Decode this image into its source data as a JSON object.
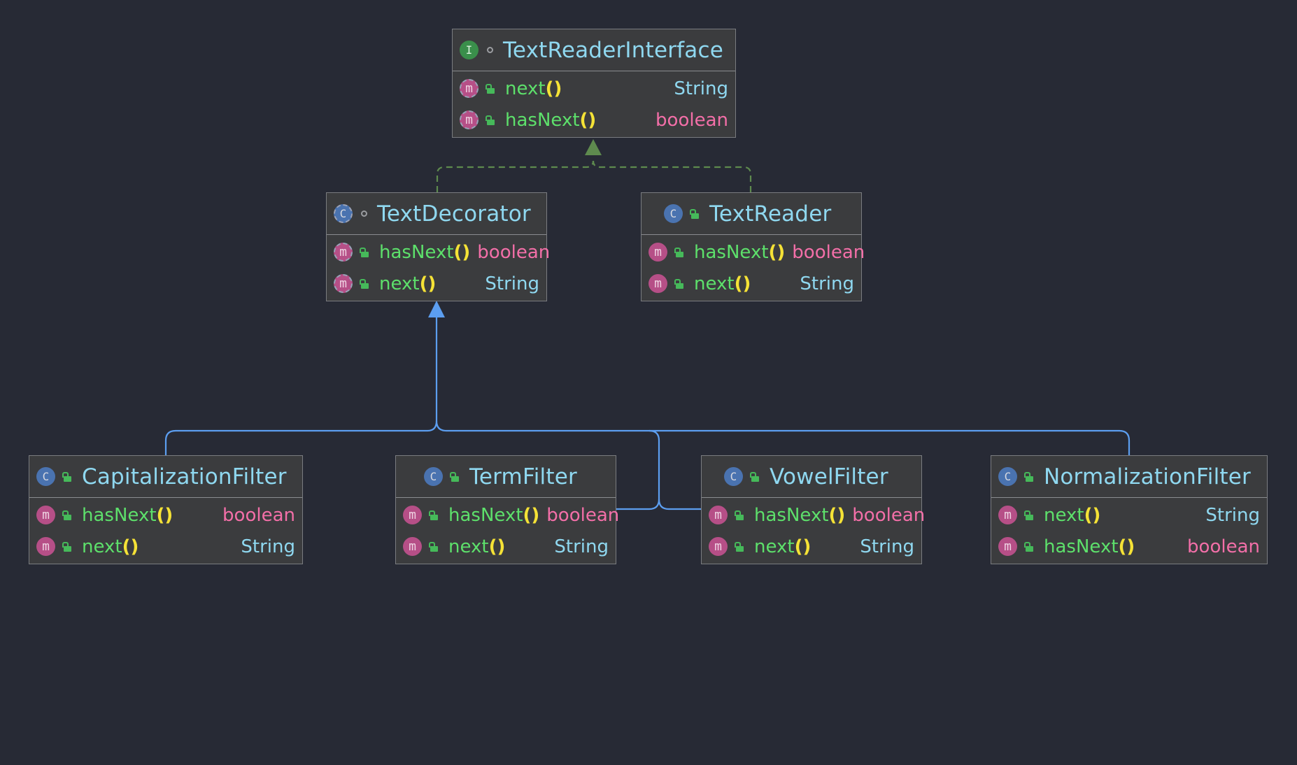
{
  "colors": {
    "background": "#272a35",
    "node_fill": "#3b3c3e",
    "title_text": "#8fd8f0",
    "method_name": "#5de06b",
    "parens": "#f5e236",
    "type_string": "#8fd8f0",
    "type_boolean": "#f36fa8",
    "realization_edge": "#5e8a4e",
    "inheritance_edge": "#5c9ef0"
  },
  "nodes": {
    "text_reader_interface": {
      "kind": "I",
      "kind_icon": "interface-icon",
      "modifier_icon": "package-private-dot-icon",
      "title": "TextReaderInterface",
      "methods": [
        {
          "name": "next",
          "parens": "()",
          "type": "String"
        },
        {
          "name": "hasNext",
          "parens": "()",
          "type": "boolean"
        }
      ]
    },
    "text_decorator": {
      "kind": "C",
      "kind_icon": "abstract-class-icon",
      "modifier_icon": "package-private-dot-icon",
      "title": "TextDecorator",
      "methods": [
        {
          "name": "hasNext",
          "parens": "()",
          "type": "boolean"
        },
        {
          "name": "next",
          "parens": "()",
          "type": "String"
        }
      ]
    },
    "text_reader": {
      "kind": "C",
      "kind_icon": "class-icon",
      "modifier_icon": "public-lock-icon",
      "title": "TextReader",
      "methods": [
        {
          "name": "hasNext",
          "parens": "()",
          "type": "boolean"
        },
        {
          "name": "next",
          "parens": "()",
          "type": "String"
        }
      ]
    },
    "capitalization_filter": {
      "kind": "C",
      "kind_icon": "class-icon",
      "modifier_icon": "public-lock-icon",
      "title": "CapitalizationFilter",
      "methods": [
        {
          "name": "hasNext",
          "parens": "()",
          "type": "boolean"
        },
        {
          "name": "next",
          "parens": "()",
          "type": "String"
        }
      ]
    },
    "term_filter": {
      "kind": "C",
      "kind_icon": "class-icon",
      "modifier_icon": "public-lock-icon",
      "title": "TermFilter",
      "methods": [
        {
          "name": "hasNext",
          "parens": "()",
          "type": "boolean"
        },
        {
          "name": "next",
          "parens": "()",
          "type": "String"
        }
      ]
    },
    "vowel_filter": {
      "kind": "C",
      "kind_icon": "class-icon",
      "modifier_icon": "public-lock-icon",
      "title": "VowelFilter",
      "methods": [
        {
          "name": "hasNext",
          "parens": "()",
          "type": "boolean"
        },
        {
          "name": "next",
          "parens": "()",
          "type": "String"
        }
      ]
    },
    "normalization_filter": {
      "kind": "C",
      "kind_icon": "class-icon",
      "modifier_icon": "public-lock-icon",
      "title": "NormalizationFilter",
      "methods": [
        {
          "name": "next",
          "parens": "()",
          "type": "String"
        },
        {
          "name": "hasNext",
          "parens": "()",
          "type": "boolean"
        }
      ]
    }
  },
  "edges": [
    {
      "from": "TextDecorator",
      "to": "TextReaderInterface",
      "style": "realization-dashed"
    },
    {
      "from": "TextReader",
      "to": "TextReaderInterface",
      "style": "realization-dashed"
    },
    {
      "from": "CapitalizationFilter",
      "to": "TextDecorator",
      "style": "inheritance-solid"
    },
    {
      "from": "TermFilter",
      "to": "TextDecorator",
      "style": "inheritance-solid"
    },
    {
      "from": "VowelFilter",
      "to": "TextDecorator",
      "style": "inheritance-solid"
    },
    {
      "from": "NormalizationFilter",
      "to": "TextDecorator",
      "style": "inheritance-solid"
    }
  ]
}
